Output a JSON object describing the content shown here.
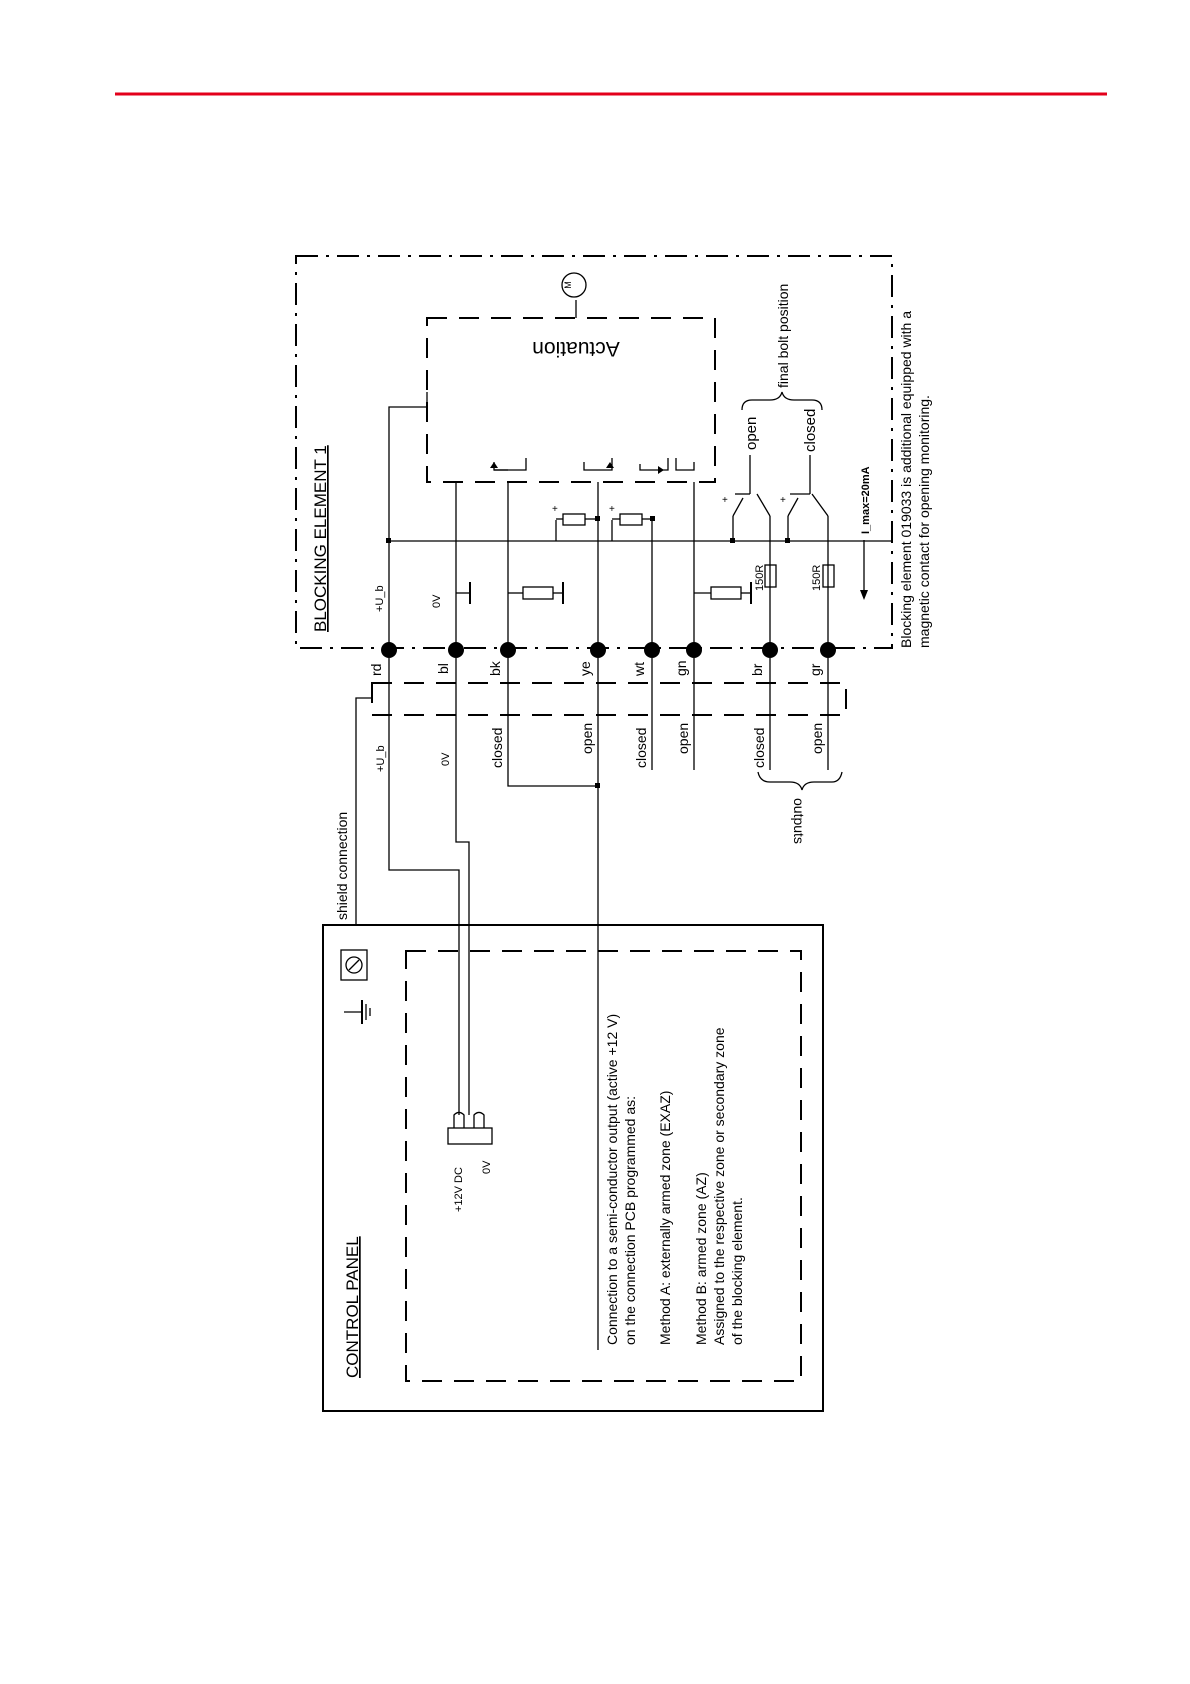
{
  "header": {
    "rule_color": "#e3001b"
  },
  "blocking_element": {
    "title": "BLOCKING ELEMENT 1",
    "actuation": "Actuation",
    "motor": "M",
    "final_bolt_position": "final bolt position",
    "open": "open",
    "closed": "closed",
    "imax": "I_max=20mA",
    "resistor_1": "150R",
    "resistor_2": "150R",
    "ub": "+U_b",
    "ov": "0V",
    "note_line1": "Blocking element 019033 is additional equipped with a",
    "note_line2": "magnetic contact for opening monitoring."
  },
  "terminals": [
    "rd",
    "bl",
    "bk",
    "ye",
    "wt",
    "gn",
    "br",
    "gr"
  ],
  "cable": {
    "ub": "+U_b",
    "ov": "0V",
    "bk": "closed",
    "ye": "open",
    "wt": "closed",
    "gn": "open",
    "br": "closed",
    "gr": "open",
    "outputs": "outputs",
    "shield": "shield connection"
  },
  "control_panel": {
    "title": "CONTROL PANEL",
    "supply_12v": "+12V DC",
    "supply_0v": "0V",
    "desc_line1": "Connection to a semi-conductor output (active +12 V)",
    "desc_line2": "on the connection PCB programmed as:",
    "method_a": "Method A:  externally armed zone (EXAZ)",
    "method_b": "Method B:  armed zone (AZ)",
    "method_b_2": "Assigned to the respective zone or secondary zone",
    "method_b_3": "of the blocking element."
  }
}
